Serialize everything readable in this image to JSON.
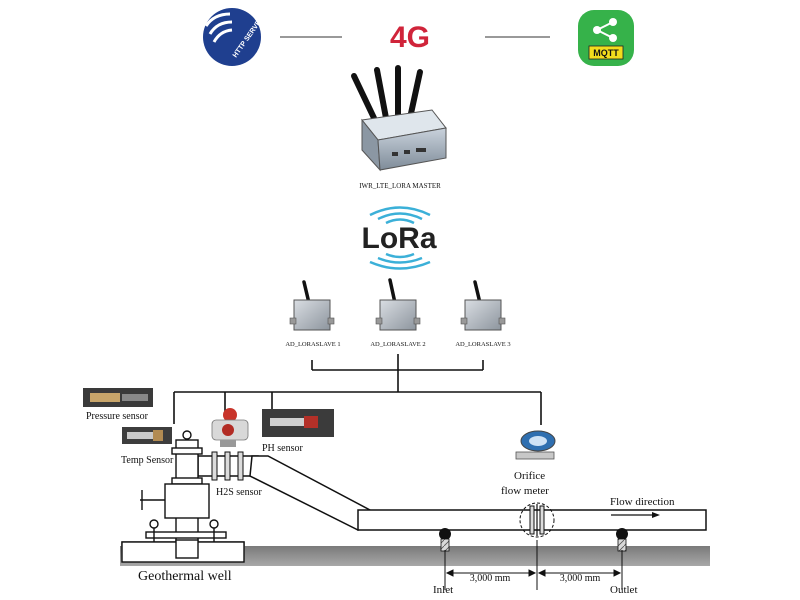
{
  "top": {
    "http_badge_text": "HTTP SERVER",
    "network": "4G",
    "mqtt_badge_text": "MQTT",
    "colors": {
      "http": "#1f3f8f",
      "network": "#d0243a",
      "mqtt": "#36b24a",
      "mqtt_badge": "#f2dc1d"
    }
  },
  "master": {
    "label": "IWR_LTE_LORA MASTER"
  },
  "lora": {
    "text": "LoRa",
    "color": "#3bb0d8"
  },
  "slaves": [
    {
      "label": "AD_LORASLAVE 1"
    },
    {
      "label": "AD_LORASLAVE 2"
    },
    {
      "label": "AD_LORASLAVE 3"
    }
  ],
  "sensors": {
    "pressure": "Pressure sensor",
    "temp": "Temp Sensor",
    "ph": "PH sensor",
    "h2s": "H2S sensor",
    "orifice_line1": "Orifice",
    "orifice_line2": "flow meter"
  },
  "process": {
    "flow_direction": "Flow direction",
    "well": "Geothermal well",
    "inlet": "Inlet",
    "outlet": "Outlet",
    "dist_left": "3,000 mm",
    "dist_right": "3,000 mm"
  }
}
